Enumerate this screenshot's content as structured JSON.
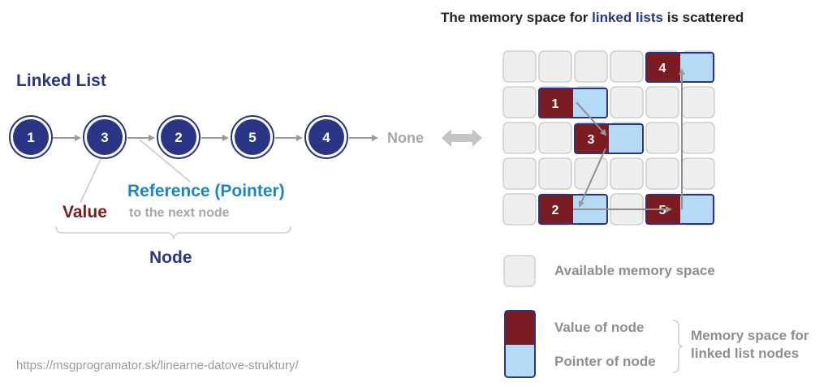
{
  "header": {
    "title_part1": "The memory space for ",
    "title_highlight": "linked lists",
    "title_part2": " is scattered"
  },
  "list": {
    "title": "Linked List",
    "nodes": [
      "1",
      "3",
      "2",
      "5",
      "4"
    ],
    "terminal": "None"
  },
  "annotations": {
    "value": "Value",
    "reference": "Reference (Pointer)",
    "reference_sub": "to the next node",
    "node": "Node"
  },
  "memory": {
    "nodes": [
      "4",
      "1",
      "3",
      "2",
      "5"
    ]
  },
  "legend": {
    "available": "Available memory space",
    "value_of_node": "Value of node",
    "pointer_of_node": "Pointer of node",
    "group_line1": "Memory space for",
    "group_line2": "linked list nodes"
  },
  "source_url": "https://msgprogramator.sk/linearne-datove-struktury/",
  "colors": {
    "navy": "#2a3586",
    "maroon": "#7a1c22",
    "light_blue": "#b5daf5",
    "cell_grey": "#eeeeee",
    "arrow_grey": "#9a9a9a"
  }
}
